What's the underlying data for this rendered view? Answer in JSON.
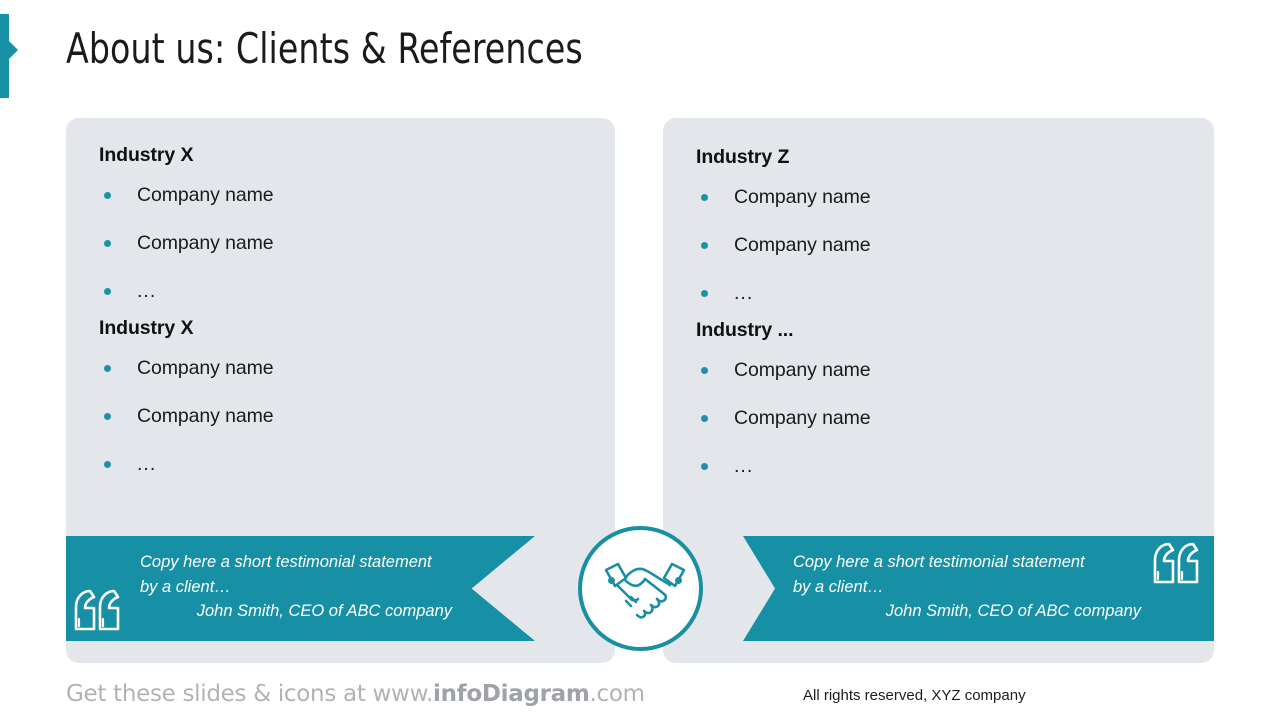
{
  "slide": {
    "title": "About us: Clients & References",
    "accent_color": "#1790a5",
    "panel_color": "#e3e7eb",
    "bullet_color": "#1e91a6"
  },
  "watermarks": [
    {
      "text": "infoDiagram"
    },
    {
      "text": "infoDiagram"
    }
  ],
  "panels": [
    {
      "id": "left",
      "groups": [
        {
          "heading": "Industry X",
          "items": [
            "Company name",
            "Company name",
            "..."
          ]
        },
        {
          "heading": "Industry X",
          "items": [
            "Company name",
            "Company name",
            "..."
          ]
        }
      ],
      "testimonial": {
        "quote_line1": "Copy here a short testimonial statement",
        "quote_line2": "by a client…",
        "author": "John Smith, CEO of ABC company",
        "icon": "quote-marks-icon"
      }
    },
    {
      "id": "right",
      "groups": [
        {
          "heading": "Industry Z",
          "items": [
            "Company name",
            "Company name",
            "..."
          ]
        },
        {
          "heading": "Industry ...",
          "items": [
            "Company name",
            "Company name",
            "..."
          ]
        }
      ],
      "testimonial": {
        "quote_line1": "Copy here a short testimonial statement",
        "quote_line2": "by a client…",
        "author": "John Smith, CEO of ABC company",
        "icon": "quote-marks-icon"
      }
    }
  ],
  "center": {
    "icon": "handshake-icon"
  },
  "footer": {
    "left_prefix": "Get these slides & icons at www.",
    "left_brand": "infoDiagram",
    "left_suffix": ".com",
    "right": "All rights reserved, XYZ company"
  }
}
